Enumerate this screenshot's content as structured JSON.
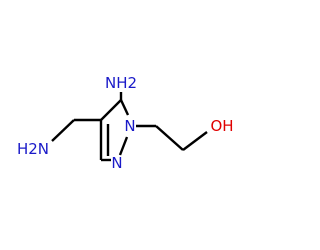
{
  "molecule": {
    "atoms": {
      "amino_top": "NH2",
      "aminomethyl": "H2N",
      "ring_n1": "N",
      "ring_n2": "N",
      "hydroxyl": "OH"
    },
    "colors": {
      "bond": "#000000",
      "nitrogen": "#1a1ac8",
      "oxygen": "#e00000"
    }
  }
}
